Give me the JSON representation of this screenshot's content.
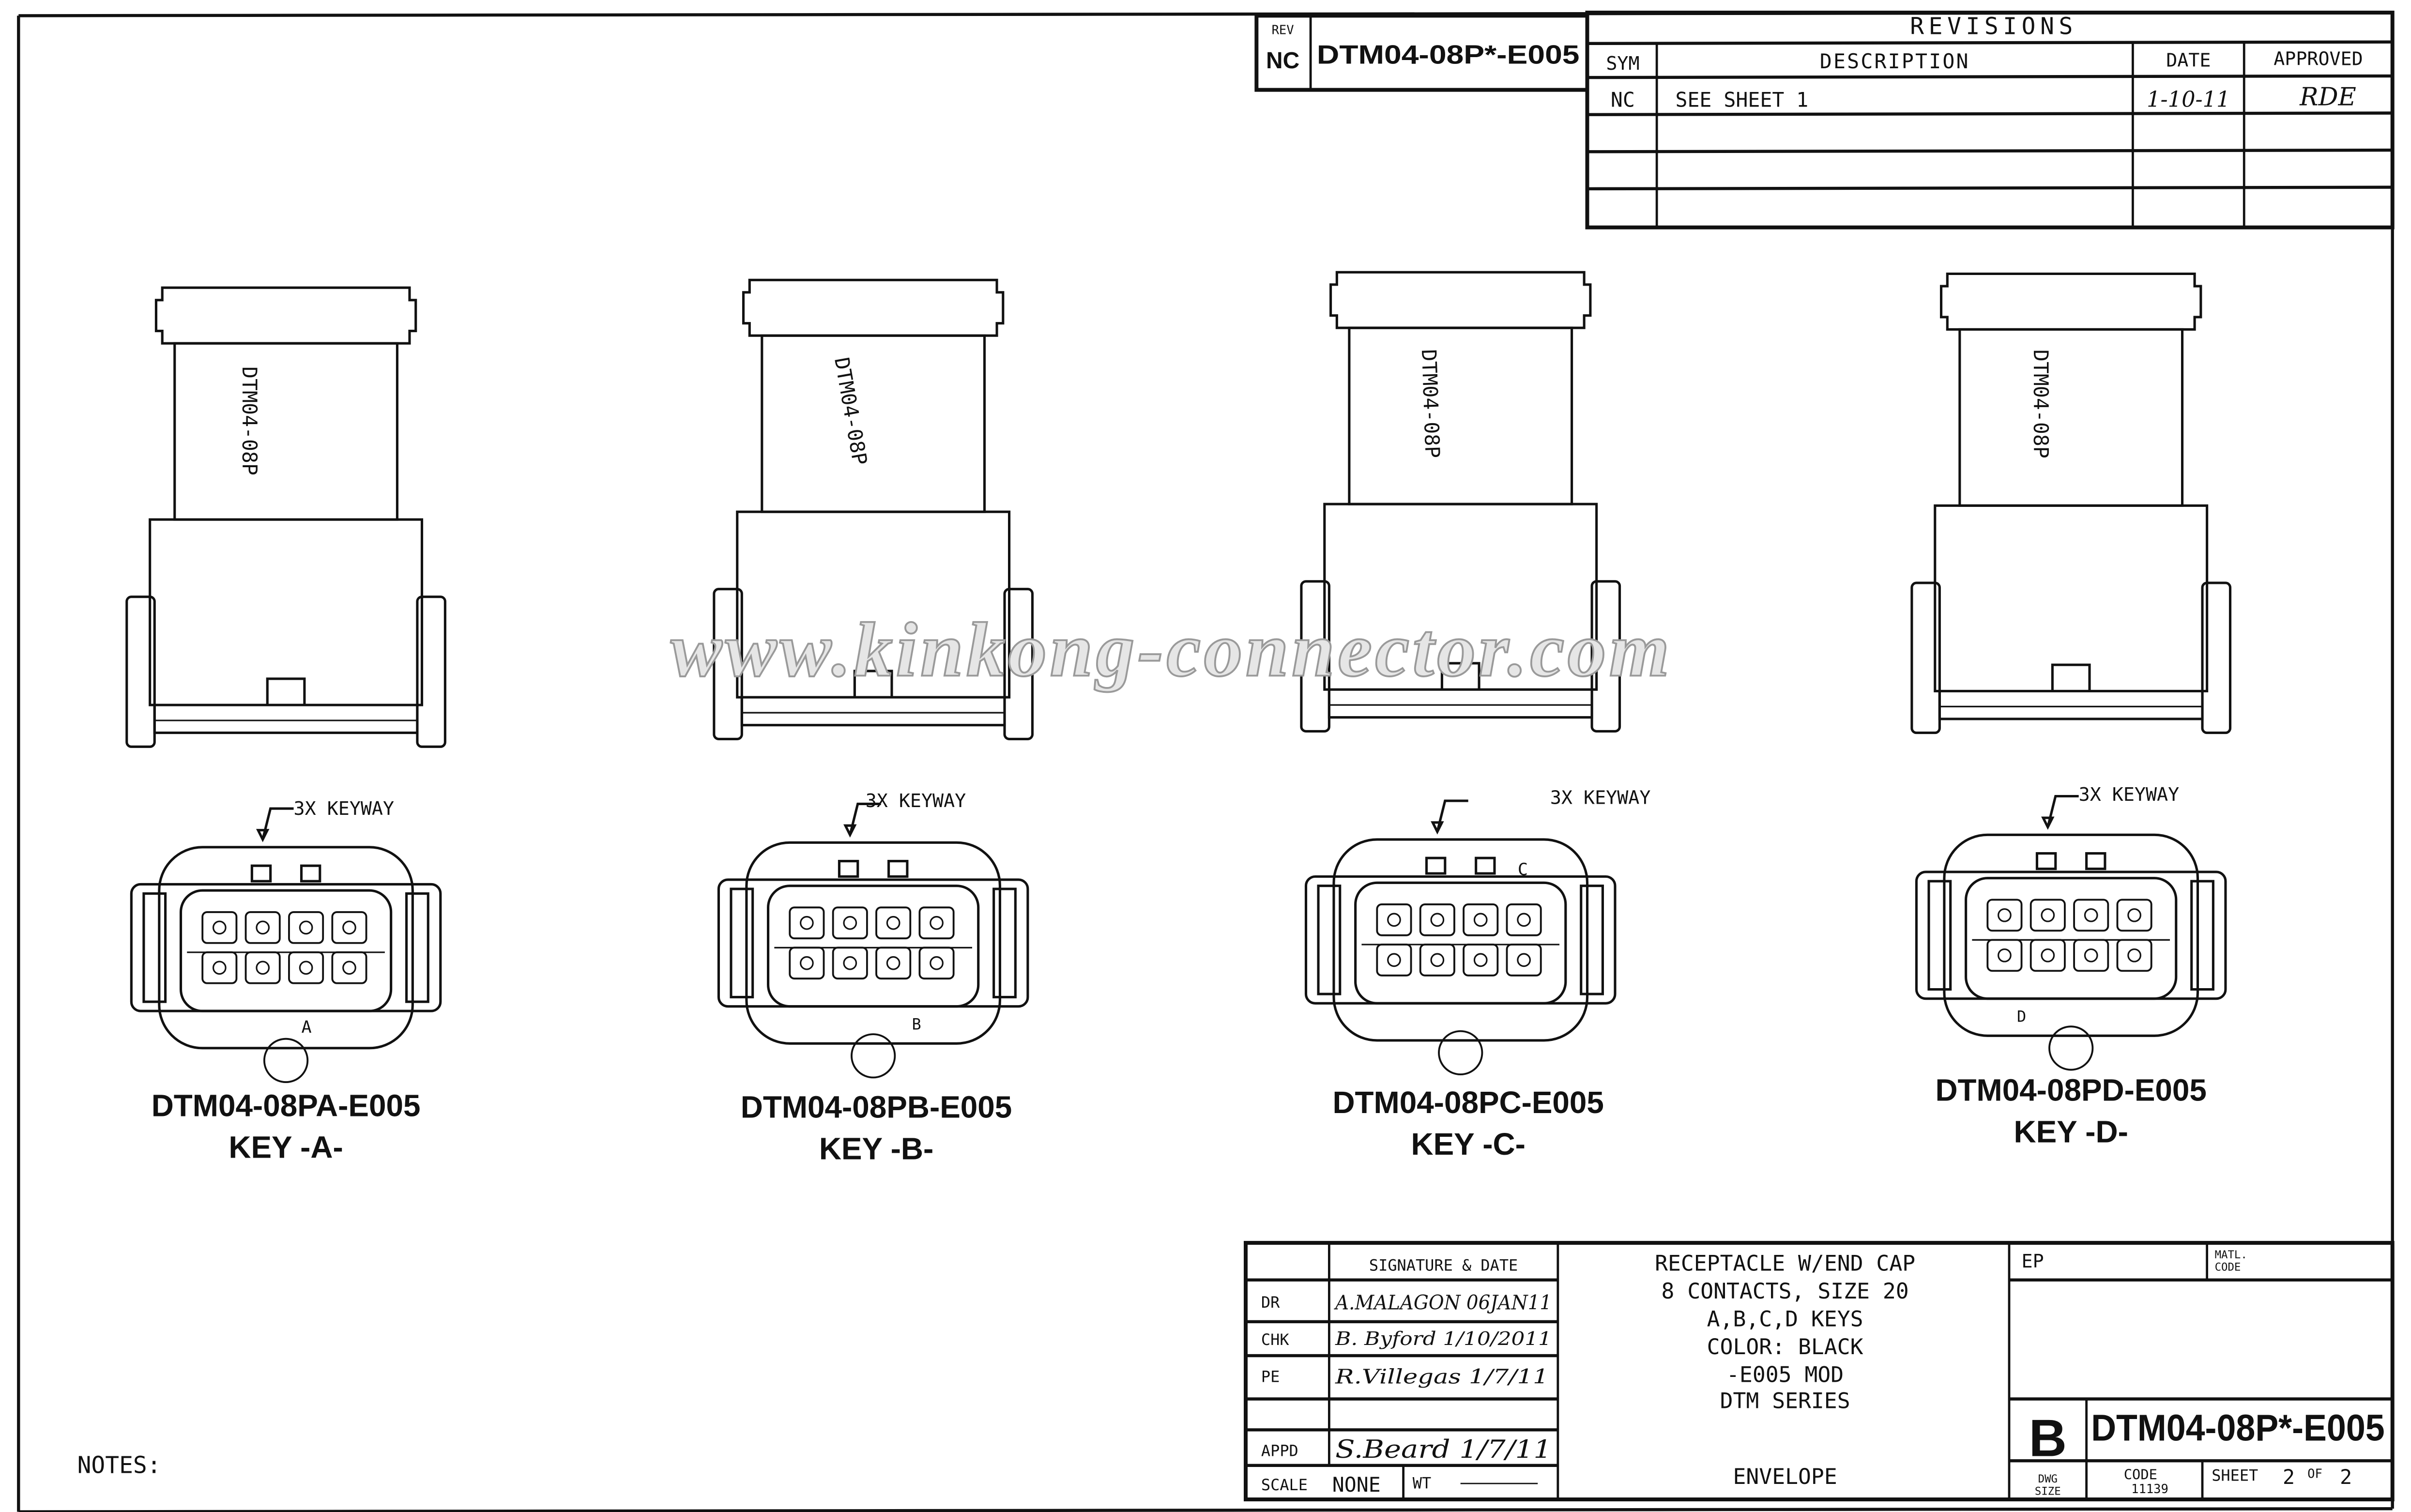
{
  "rev_block": {
    "rev_label": "REV",
    "rev_value": "NC",
    "part_number": "DTM04-08P*-E005"
  },
  "revisions": {
    "title": "REVISIONS",
    "headers": {
      "sym": "SYM",
      "description": "DESCRIPTION",
      "date": "DATE",
      "approved": "APPROVED"
    },
    "rows": [
      {
        "sym": "NC",
        "description": "SEE SHEET 1",
        "date": "1-10-11",
        "approved": "RDE"
      }
    ]
  },
  "watermark": "www.kinkong-connector.com",
  "connectors": [
    {
      "side_label": "DTM04-08P",
      "keyway": "3X KEYWAY",
      "key_letter": "A",
      "part": "DTM04-08PA-E005",
      "key": "KEY -A-"
    },
    {
      "side_label": "DTM04-08P",
      "keyway": "3X KEYWAY",
      "key_letter": "B",
      "part": "DTM04-08PB-E005",
      "key": "KEY -B-"
    },
    {
      "side_label": "DTM04-08P",
      "keyway": "3X KEYWAY",
      "key_letter": "C",
      "part": "DTM04-08PC-E005",
      "key": "KEY -C-"
    },
    {
      "side_label": "DTM04-08P",
      "keyway": "3X KEYWAY",
      "key_letter": "D",
      "part": "DTM04-08PD-E005",
      "key": "KEY -D-"
    }
  ],
  "notes_label": "NOTES:",
  "title_block": {
    "sig_header": "SIGNATURE & DATE",
    "signatures": [
      {
        "role": "DR",
        "value": "A.MALAGON 06JAN11"
      },
      {
        "role": "CHK",
        "value": "B. Byford 1/10/2011"
      },
      {
        "role": "PE",
        "value": "R.Villegas 1/7/11"
      },
      {
        "role": "",
        "value": ""
      },
      {
        "role": "APPD",
        "value": "S.Beard 1/7/11"
      }
    ],
    "scale_label": "SCALE",
    "scale_value": "NONE",
    "wt_label": "WT",
    "wt_value": "—",
    "description": [
      "RECEPTACLE W/END CAP",
      "8 CONTACTS, SIZE 20",
      "A,B,C,D KEYS",
      "COLOR: BLACK",
      "-E005 MOD",
      "DTM SERIES"
    ],
    "envelope": "ENVELOPE",
    "ep": "EP",
    "matl_code": [
      "MATL.",
      "CODE"
    ],
    "dwg_size": "B",
    "dwg_size_label": [
      "DWG",
      "SIZE"
    ],
    "part_number": "DTM04-08P*-E005",
    "code_label": "CODE",
    "code_value": "11139",
    "sheet_label": "SHEET",
    "sheet_num": "2",
    "of_label": "OF",
    "sheet_total": "2"
  }
}
